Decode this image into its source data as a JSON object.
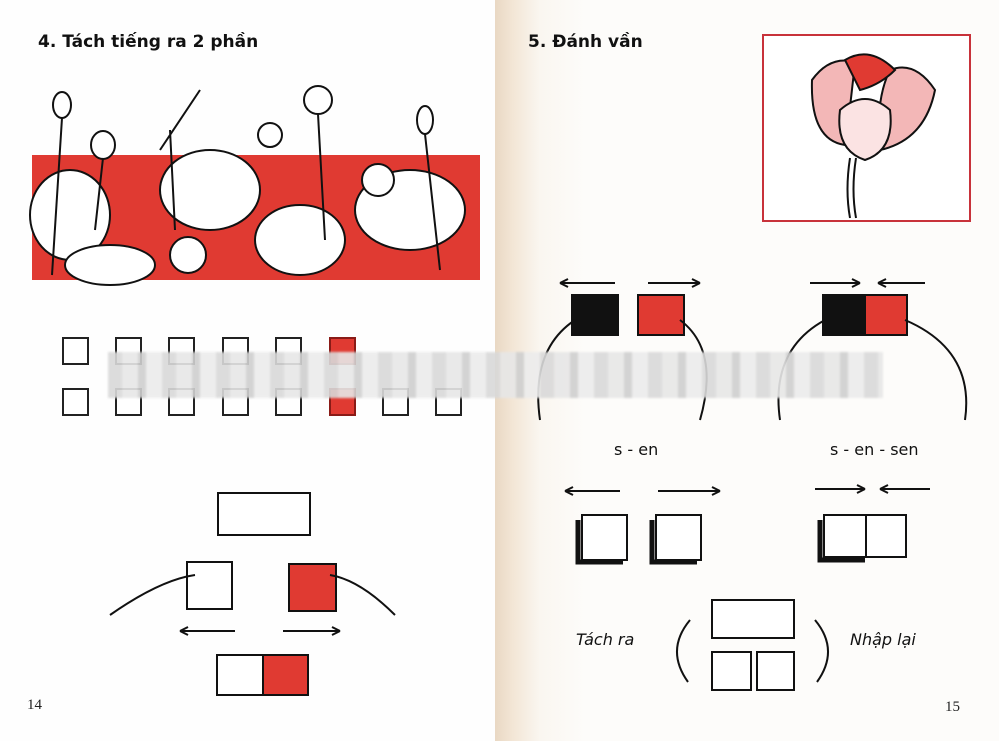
{
  "left_page": {
    "title": "4. Tách tiếng ra 2 phần",
    "page_number": "14",
    "box_rows": [
      {
        "count": 6,
        "red_index": 5
      },
      {
        "count": 8,
        "red_index": 5
      }
    ]
  },
  "right_page": {
    "title": "5. Đánh vần",
    "page_number": "15",
    "spelling_left": "s - en",
    "spelling_right": "s - en - sen",
    "split_label": "Tách ra",
    "merge_label": "Nhập lại"
  },
  "colors": {
    "accent_red": "#e03a32",
    "ink": "#111111"
  }
}
